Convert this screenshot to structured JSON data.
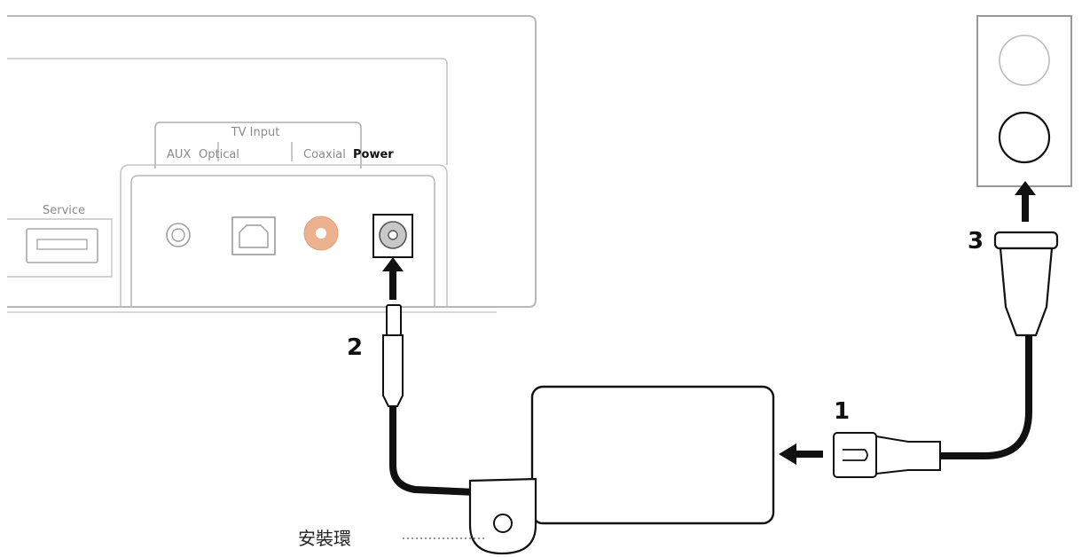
{
  "soundbar": {
    "tv_input_label": "TV Input",
    "aux_label": "AUX",
    "optical_label": "Optical",
    "coaxial_label": "Coaxial",
    "power_label": "Power",
    "service_label": "Service"
  },
  "steps": {
    "step1": "1",
    "step2": "2",
    "step3": "3"
  },
  "mounting_ring_label": "安裝環"
}
